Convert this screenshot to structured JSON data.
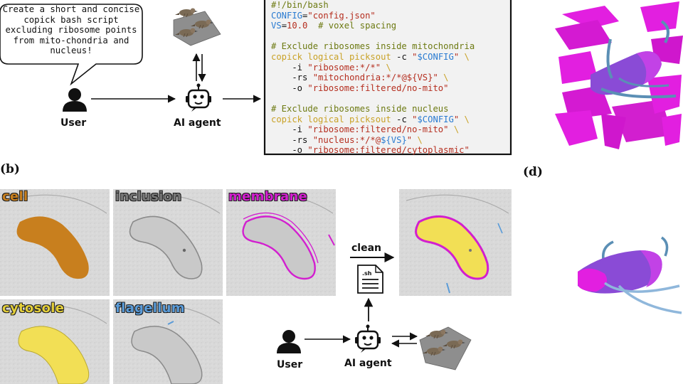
{
  "panel_a": {
    "prompt": "Create a short and concise copick bash script excluding ribosome points from mito-chondria and nucleus!",
    "user_label": "User",
    "agent_label": "AI agent",
    "code_lines": [
      [
        {
          "t": "#!/bin/bash",
          "c": "cmt"
        }
      ],
      [
        {
          "t": "CONFIG",
          "c": "var"
        },
        {
          "t": "=",
          "c": "dark"
        },
        {
          "t": "\"config.json\"",
          "c": "str"
        }
      ],
      [
        {
          "t": "VS",
          "c": "var"
        },
        {
          "t": "=",
          "c": "dark"
        },
        {
          "t": "10.0",
          "c": "num"
        },
        {
          "t": "  # voxel spacing",
          "c": "cmt"
        }
      ],
      [
        {
          "t": "",
          "c": "dark"
        }
      ],
      [
        {
          "t": "# Exclude ribosomes inside mitochondria",
          "c": "cmt"
        }
      ],
      [
        {
          "t": "copick logical picksout",
          "c": "kw"
        },
        {
          "t": " -c ",
          "c": "dark"
        },
        {
          "t": "\"",
          "c": "str"
        },
        {
          "t": "$CONFIG",
          "c": "var"
        },
        {
          "t": "\"",
          "c": "str"
        },
        {
          "t": " \\",
          "c": "kw"
        }
      ],
      [
        {
          "t": "    -i ",
          "c": "dark"
        },
        {
          "t": "\"ribosome:*/*\"",
          "c": "str"
        },
        {
          "t": " \\",
          "c": "kw"
        }
      ],
      [
        {
          "t": "    -rs ",
          "c": "dark"
        },
        {
          "t": "\"mitochondria:*/*@${VS}\"",
          "c": "str"
        },
        {
          "t": " \\",
          "c": "kw"
        }
      ],
      [
        {
          "t": "    -o ",
          "c": "dark"
        },
        {
          "t": "\"ribosome:filtered/no-mito\"",
          "c": "str"
        }
      ],
      [
        {
          "t": "",
          "c": "dark"
        }
      ],
      [
        {
          "t": "# Exclude ribosomes inside nucleus",
          "c": "cmt"
        }
      ],
      [
        {
          "t": "copick logical picksout",
          "c": "kw"
        },
        {
          "t": " -c ",
          "c": "dark"
        },
        {
          "t": "\"",
          "c": "str"
        },
        {
          "t": "$CONFIG",
          "c": "var"
        },
        {
          "t": "\"",
          "c": "str"
        },
        {
          "t": " \\",
          "c": "kw"
        }
      ],
      [
        {
          "t": "    -i ",
          "c": "dark"
        },
        {
          "t": "\"ribosome:filtered/no-mito\"",
          "c": "str"
        },
        {
          "t": " \\",
          "c": "kw"
        }
      ],
      [
        {
          "t": "    -rs ",
          "c": "dark"
        },
        {
          "t": "\"nucleus:*/*@",
          "c": "str"
        },
        {
          "t": "${VS}",
          "c": "var"
        },
        {
          "t": "\"",
          "c": "str"
        },
        {
          "t": " \\",
          "c": "kw"
        }
      ],
      [
        {
          "t": "    -o ",
          "c": "dark"
        },
        {
          "t": "\"ribosome:filtered/cytoplasmic\"",
          "c": "str"
        }
      ]
    ]
  },
  "panel_b": {
    "letter": "(b)",
    "tiles": [
      {
        "name": "cell",
        "color": "#c87f1e"
      },
      {
        "name": "inclusion",
        "color": "#777777"
      },
      {
        "name": "membrane",
        "color": "#d21fcf"
      },
      {
        "name": "cytosole",
        "color": "#e4cf3a"
      },
      {
        "name": "flagellum",
        "color": "#5a9bd8"
      }
    ],
    "clean_label": "clean",
    "script_ext": ".sh",
    "user_label": "User",
    "agent_label": "AI agent"
  },
  "panel_d": {
    "letter": "(d)"
  },
  "colors": {
    "magenta": "#e21fe0",
    "violet": "#8a4bd6",
    "cyan": "#5b8fb5",
    "yellow": "#f2df55"
  }
}
